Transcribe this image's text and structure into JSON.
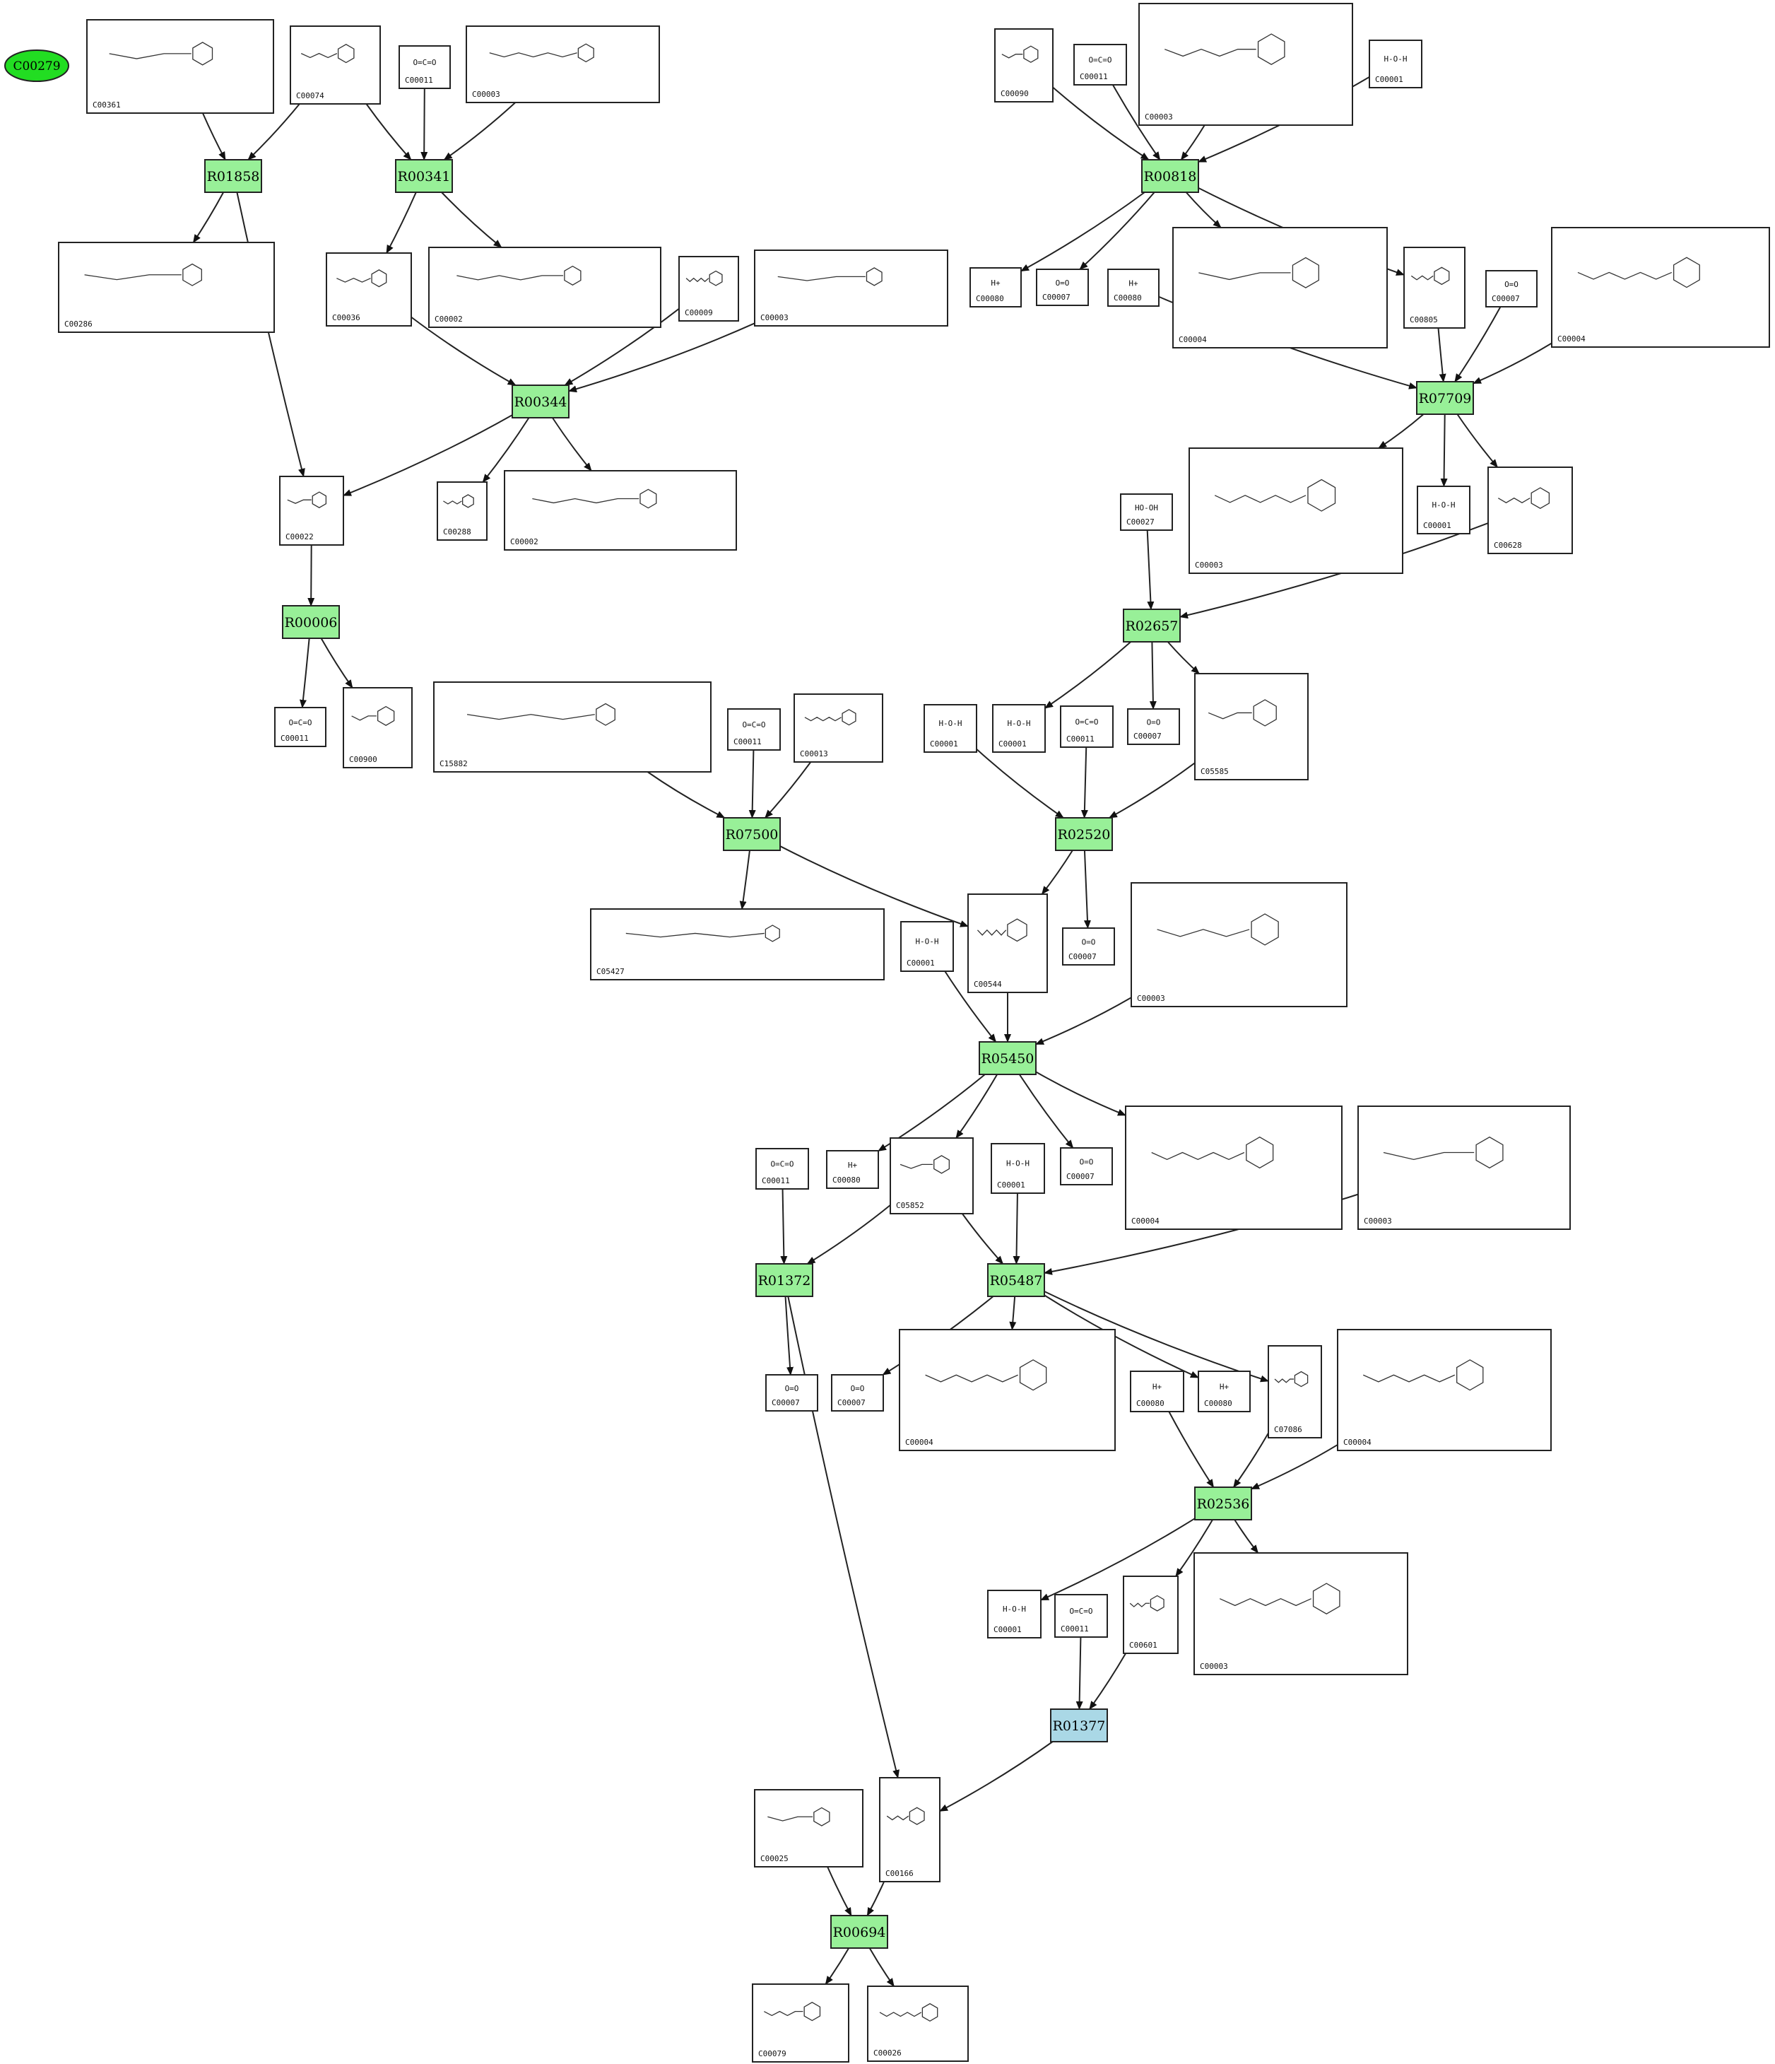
{
  "colors": {
    "reaction": "#98f098",
    "reaction_highlight": "#aad8e6",
    "start": "#22dd22"
  },
  "start": {
    "label": "C00279"
  },
  "reactions": [
    {
      "id": "R01858"
    },
    {
      "id": "R00341"
    },
    {
      "id": "R00818"
    },
    {
      "id": "R00344"
    },
    {
      "id": "R07709"
    },
    {
      "id": "R00006"
    },
    {
      "id": "R02657"
    },
    {
      "id": "R07500"
    },
    {
      "id": "R02520"
    },
    {
      "id": "R05450"
    },
    {
      "id": "R01372"
    },
    {
      "id": "R05487"
    },
    {
      "id": "R02536"
    },
    {
      "id": "R01377",
      "highlight": true
    },
    {
      "id": "R00694"
    }
  ],
  "compounds": [
    {
      "key": "c1",
      "id": "C00361",
      "formula": ""
    },
    {
      "key": "c2",
      "id": "C00074",
      "formula": ""
    },
    {
      "key": "c3",
      "id": "C00011",
      "formula": "O=C=O"
    },
    {
      "key": "c4",
      "id": "C00003",
      "formula": ""
    },
    {
      "key": "c5",
      "id": "C00090",
      "formula": ""
    },
    {
      "key": "c6",
      "id": "C00011",
      "formula": "O=C=O"
    },
    {
      "key": "c7",
      "id": "C00003",
      "formula": ""
    },
    {
      "key": "c8",
      "id": "C00001",
      "formula": "H-O-H"
    },
    {
      "key": "c9",
      "id": "C00286",
      "formula": ""
    },
    {
      "key": "c10",
      "id": "C00036",
      "formula": ""
    },
    {
      "key": "c11",
      "id": "C00002",
      "formula": ""
    },
    {
      "key": "c12",
      "id": "C00009",
      "formula": ""
    },
    {
      "key": "c13",
      "id": "C00003",
      "formula": ""
    },
    {
      "key": "c14",
      "id": "C00080",
      "formula": "H+"
    },
    {
      "key": "c15",
      "id": "C00007",
      "formula": "O=O"
    },
    {
      "key": "c16",
      "id": "C00080",
      "formula": "H+"
    },
    {
      "key": "c17",
      "id": "C00004",
      "formula": ""
    },
    {
      "key": "c18",
      "id": "C00805",
      "formula": ""
    },
    {
      "key": "c19",
      "id": "C00007",
      "formula": "O=O"
    },
    {
      "key": "c20",
      "id": "C00004",
      "formula": ""
    },
    {
      "key": "c21",
      "id": "C00022",
      "formula": ""
    },
    {
      "key": "c22",
      "id": "C00288",
      "formula": ""
    },
    {
      "key": "c23",
      "id": "C00002",
      "formula": ""
    },
    {
      "key": "c24",
      "id": "C00003",
      "formula": ""
    },
    {
      "key": "c25",
      "id": "C00001",
      "formula": "H-O-H"
    },
    {
      "key": "c26",
      "id": "C00628",
      "formula": ""
    },
    {
      "key": "c27",
      "id": "C00027",
      "formula": "HO-OH"
    },
    {
      "key": "c28",
      "id": "C00011",
      "formula": "O=C=O"
    },
    {
      "key": "c29",
      "id": "C00900",
      "formula": ""
    },
    {
      "key": "c30",
      "id": "C15882",
      "formula": ""
    },
    {
      "key": "c31",
      "id": "C00011",
      "formula": "O=C=O"
    },
    {
      "key": "c32",
      "id": "C00013",
      "formula": ""
    },
    {
      "key": "c33",
      "id": "C00001",
      "formula": "H-O-H"
    },
    {
      "key": "c34",
      "id": "C00001",
      "formula": "H-O-H"
    },
    {
      "key": "c35",
      "id": "C00011",
      "formula": "O=C=O"
    },
    {
      "key": "c36",
      "id": "C00007",
      "formula": "O=O"
    },
    {
      "key": "c37",
      "id": "C05585",
      "formula": ""
    },
    {
      "key": "c38",
      "id": "C05427",
      "formula": ""
    },
    {
      "key": "c39",
      "id": "C00001",
      "formula": "H-O-H"
    },
    {
      "key": "c40",
      "id": "C00544",
      "formula": ""
    },
    {
      "key": "c41",
      "id": "C00007",
      "formula": "O=O"
    },
    {
      "key": "c42",
      "id": "C00003",
      "formula": ""
    },
    {
      "key": "c43",
      "id": "C00011",
      "formula": "O=C=O"
    },
    {
      "key": "c44",
      "id": "C00080",
      "formula": "H+"
    },
    {
      "key": "c45",
      "id": "C05852",
      "formula": ""
    },
    {
      "key": "c46",
      "id": "C00001",
      "formula": "H-O-H"
    },
    {
      "key": "c47",
      "id": "C00007",
      "formula": "O=O"
    },
    {
      "key": "c48",
      "id": "C00004",
      "formula": ""
    },
    {
      "key": "c49",
      "id": "C00003",
      "formula": ""
    },
    {
      "key": "c50",
      "id": "C00007",
      "formula": "O=O"
    },
    {
      "key": "c51",
      "id": "C00007",
      "formula": "O=O"
    },
    {
      "key": "c52",
      "id": "C00004",
      "formula": ""
    },
    {
      "key": "c53",
      "id": "C00080",
      "formula": "H+"
    },
    {
      "key": "c54",
      "id": "C00080",
      "formula": "H+"
    },
    {
      "key": "c55",
      "id": "C07086",
      "formula": ""
    },
    {
      "key": "c56",
      "id": "C00004",
      "formula": ""
    },
    {
      "key": "c57",
      "id": "C00001",
      "formula": "H-O-H"
    },
    {
      "key": "c58",
      "id": "C00011",
      "formula": "O=C=O"
    },
    {
      "key": "c59",
      "id": "C00601",
      "formula": ""
    },
    {
      "key": "c60",
      "id": "C00003",
      "formula": ""
    },
    {
      "key": "c61",
      "id": "C00025",
      "formula": ""
    },
    {
      "key": "c62",
      "id": "C00166",
      "formula": ""
    },
    {
      "key": "c63",
      "id": "C00079",
      "formula": ""
    },
    {
      "key": "c64",
      "id": "C00026",
      "formula": ""
    }
  ],
  "edges": [
    [
      "c1",
      "R01858"
    ],
    [
      "c2",
      "R01858"
    ],
    [
      "c2",
      "R00341"
    ],
    [
      "c3",
      "R00341"
    ],
    [
      "c4",
      "R00341"
    ],
    [
      "R01858",
      "c9"
    ],
    [
      "R01858",
      "c21"
    ],
    [
      "R00341",
      "c10"
    ],
    [
      "R00341",
      "c11"
    ],
    [
      "c10",
      "R00344"
    ],
    [
      "c12",
      "R00344"
    ],
    [
      "c13",
      "R00344"
    ],
    [
      "R00344",
      "c21"
    ],
    [
      "R00344",
      "c22"
    ],
    [
      "R00344",
      "c23"
    ],
    [
      "c21",
      "R00006"
    ],
    [
      "R00006",
      "c28"
    ],
    [
      "R00006",
      "c29"
    ],
    [
      "c5",
      "R00818"
    ],
    [
      "c6",
      "R00818"
    ],
    [
      "c7",
      "R00818"
    ],
    [
      "c8",
      "R00818"
    ],
    [
      "R00818",
      "c14"
    ],
    [
      "R00818",
      "c15"
    ],
    [
      "R00818",
      "c17"
    ],
    [
      "R00818",
      "c18"
    ],
    [
      "c16",
      "R07709"
    ],
    [
      "c18",
      "R07709"
    ],
    [
      "c19",
      "R07709"
    ],
    [
      "c20",
      "R07709"
    ],
    [
      "R07709",
      "c24"
    ],
    [
      "R07709",
      "c25"
    ],
    [
      "R07709",
      "c26"
    ],
    [
      "c26",
      "R02657"
    ],
    [
      "c27",
      "R02657"
    ],
    [
      "R02657",
      "c34"
    ],
    [
      "R02657",
      "c36"
    ],
    [
      "R02657",
      "c37"
    ],
    [
      "c33",
      "R02520"
    ],
    [
      "c35",
      "R02520"
    ],
    [
      "c37",
      "R02520"
    ],
    [
      "R02520",
      "c40"
    ],
    [
      "R02520",
      "c41"
    ],
    [
      "c30",
      "R07500"
    ],
    [
      "c31",
      "R07500"
    ],
    [
      "c32",
      "R07500"
    ],
    [
      "R07500",
      "c38"
    ],
    [
      "R07500",
      "c40"
    ],
    [
      "c39",
      "R05450"
    ],
    [
      "c40",
      "R05450"
    ],
    [
      "c42",
      "R05450"
    ],
    [
      "R05450",
      "c44"
    ],
    [
      "R05450",
      "c45"
    ],
    [
      "R05450",
      "c47"
    ],
    [
      "R05450",
      "c48"
    ],
    [
      "c43",
      "R01372"
    ],
    [
      "c45",
      "R01372"
    ],
    [
      "c45",
      "R05487"
    ],
    [
      "c46",
      "R05487"
    ],
    [
      "c49",
      "R05487"
    ],
    [
      "R01372",
      "c50"
    ],
    [
      "R01372",
      "c62"
    ],
    [
      "R05487",
      "c51"
    ],
    [
      "R05487",
      "c52"
    ],
    [
      "R05487",
      "c54"
    ],
    [
      "R05487",
      "c55"
    ],
    [
      "c53",
      "R02536"
    ],
    [
      "c55",
      "R02536"
    ],
    [
      "c56",
      "R02536"
    ],
    [
      "R02536",
      "c57"
    ],
    [
      "R02536",
      "c59"
    ],
    [
      "R02536",
      "c60"
    ],
    [
      "c58",
      "R01377"
    ],
    [
      "c59",
      "R01377"
    ],
    [
      "R01377",
      "c62"
    ],
    [
      "c61",
      "R00694"
    ],
    [
      "c62",
      "R00694"
    ],
    [
      "R00694",
      "c63"
    ],
    [
      "R00694",
      "c64"
    ]
  ]
}
